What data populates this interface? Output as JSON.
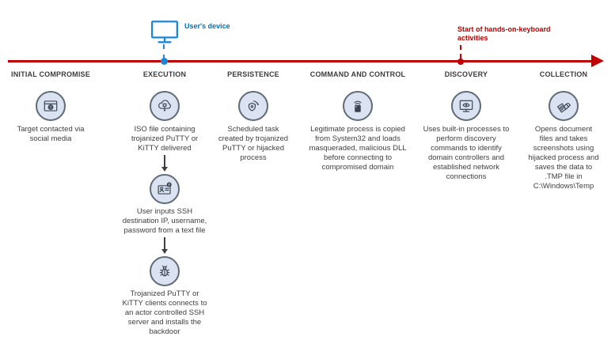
{
  "colors": {
    "timeline_red": "#c00000",
    "device_blue": "#0070c0",
    "icon_fill": "#dbe3f3",
    "icon_border": "#5f6b76"
  },
  "annotations": {
    "users_device": {
      "label": "User's device"
    },
    "hands_on_keyboard": {
      "label": "Start of hands-on-keyboard activities"
    }
  },
  "stages": [
    {
      "title": "INITIAL COMPROMISE",
      "icon": "browser-globe-icon",
      "description": "Target contacted via social media"
    },
    {
      "title": "EXECUTION",
      "icon": "cloud-download-icon",
      "description": "ISO file containing trojanized PuTTY or KiTTY delivered",
      "substeps": [
        {
          "icon": "id-card-alert-icon",
          "description": "User inputs SSH destination IP, username, password from a text file"
        },
        {
          "icon": "bug-icon",
          "description": "Trojanized PuTTY or KiTTY clients connects to an actor controlled SSH server and installs the backdoor"
        }
      ]
    },
    {
      "title": "PERSISTENCE",
      "icon": "shield-refresh-icon",
      "description": "Scheduled task created by trojanized PuTTY or hijacked process"
    },
    {
      "title": "COMMAND AND CONTROL",
      "icon": "wireless-device-icon",
      "description": "Legitimate process is copied from System32 and loads masqueraded, malicious DLL before connecting to compromised domain"
    },
    {
      "title": "DISCOVERY",
      "icon": "eye-monitor-icon",
      "description": "Uses built-in processes to perform discovery commands to identify domain controllers and established network connections"
    },
    {
      "title": "COLLECTION",
      "icon": "grab-documents-icon",
      "description": "Opens document files and takes screenshots using hijacked process and saves the data to .TMP file in C:\\Windows\\Temp"
    }
  ]
}
